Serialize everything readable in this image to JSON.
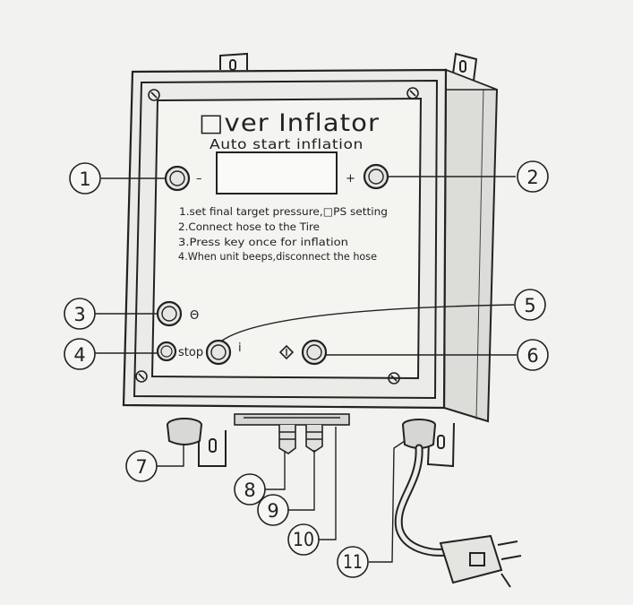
{
  "panel": {
    "title": "□ver  Inflator",
    "subtitle": "Auto  start inflation",
    "minus_label": "–",
    "plus_label": "+",
    "instructions": [
      "1.set final target pressure,□PS setting",
      "2.Connect hose to the Tire",
      "3.Press   key once for inflation",
      "4.When unit beeps,disconnect the hose"
    ],
    "stop_label": "stop",
    "power_symbol": "Θ",
    "i_symbol": "i"
  },
  "callouts": [
    {
      "label": "1"
    },
    {
      "label": "2"
    },
    {
      "label": "3"
    },
    {
      "label": "4"
    },
    {
      "label": "5"
    },
    {
      "label": "6"
    },
    {
      "label": "7"
    },
    {
      "label": "8"
    },
    {
      "label": "9"
    },
    {
      "label": "10"
    },
    {
      "label": "11"
    }
  ]
}
